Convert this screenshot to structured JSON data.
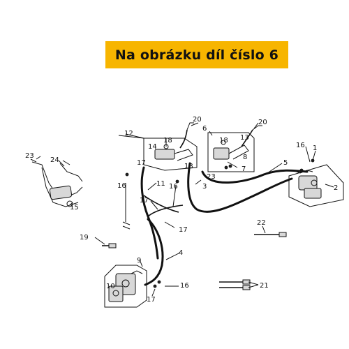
{
  "banner": {
    "text": "Na obrázku díl číslo 6",
    "color": "#f7b500"
  },
  "callouts": [
    {
      "id": "c1",
      "text": "1"
    },
    {
      "id": "c2",
      "text": "2"
    },
    {
      "id": "c3",
      "text": "3"
    },
    {
      "id": "c4",
      "text": "4"
    },
    {
      "id": "c5",
      "text": "5"
    },
    {
      "id": "c6",
      "text": "6"
    },
    {
      "id": "c7",
      "text": "7"
    },
    {
      "id": "c8",
      "text": "8"
    },
    {
      "id": "c9",
      "text": "9"
    },
    {
      "id": "c10",
      "text": "10"
    },
    {
      "id": "c11",
      "text": "11"
    },
    {
      "id": "c12",
      "text": "12"
    },
    {
      "id": "c13a",
      "text": "13"
    },
    {
      "id": "c13b",
      "text": "13"
    },
    {
      "id": "c14",
      "text": "14"
    },
    {
      "id": "c15",
      "text": "15"
    },
    {
      "id": "c16a",
      "text": "16"
    },
    {
      "id": "c16b",
      "text": "16"
    },
    {
      "id": "c16c",
      "text": "16"
    },
    {
      "id": "c16d",
      "text": "16"
    },
    {
      "id": "c17a",
      "text": "17"
    },
    {
      "id": "c17b",
      "text": "17"
    },
    {
      "id": "c17c",
      "text": "17"
    },
    {
      "id": "c17d",
      "text": "17"
    },
    {
      "id": "c18a",
      "text": "18"
    },
    {
      "id": "c18b",
      "text": "18"
    },
    {
      "id": "c19",
      "text": "19"
    },
    {
      "id": "c20a",
      "text": "20"
    },
    {
      "id": "c20b",
      "text": "20"
    },
    {
      "id": "c21",
      "text": "21"
    },
    {
      "id": "c22",
      "text": "22"
    },
    {
      "id": "c23a",
      "text": "23"
    },
    {
      "id": "c23b",
      "text": "23"
    },
    {
      "id": "c24",
      "text": "24"
    }
  ]
}
